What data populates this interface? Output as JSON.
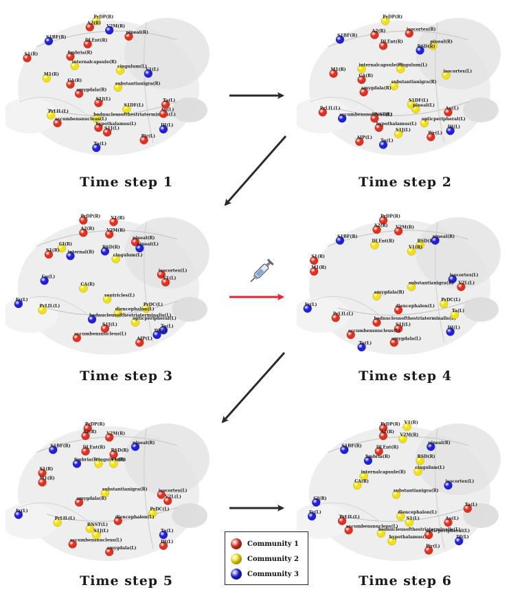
{
  "colors": {
    "community_1": "#e03020",
    "community_2": "#f2e010",
    "community_3": "#2020d8",
    "arrow_default": "#2a2a2a",
    "arrow_injection": "#e8232a"
  },
  "panels": [
    {
      "label": "Time step 1",
      "nodes": [
        {
          "label": "PrDP(R)",
          "c": 2
        },
        {
          "label": "A2(R)",
          "c": 1
        },
        {
          "label": "V2M(R)",
          "c": 3
        },
        {
          "label": "pineal(R)",
          "c": 1
        },
        {
          "label": "S1BF(R)",
          "c": 3
        },
        {
          "label": "DLEnt(R)",
          "c": 1
        },
        {
          "label": "S1(R)",
          "c": 1
        },
        {
          "label": "fimbria(R)",
          "c": 1
        },
        {
          "label": "internalcapsule(R)",
          "c": 2
        },
        {
          "label": "cingulum(L)",
          "c": 2
        },
        {
          "label": "V1(L)",
          "c": 3
        },
        {
          "label": "M1(R)",
          "c": 2
        },
        {
          "label": "CA(R)",
          "c": 1
        },
        {
          "label": "substantianigra(R)",
          "c": 2
        },
        {
          "label": "amygdala(R)",
          "c": 1
        },
        {
          "label": "S1J(L)",
          "c": 1
        },
        {
          "label": "S1DF(L)",
          "c": 2
        },
        {
          "label": "Ta(L)",
          "c": 1
        },
        {
          "label": "PrLIL(L)",
          "c": 2
        },
        {
          "label": "bednucleusofthestriaterminalis(L)",
          "c": 2
        },
        {
          "label": "accumbensnucleus(L)",
          "c": 1
        },
        {
          "label": "hypothalamus(L)",
          "c": 1
        },
        {
          "label": "S1J(L)",
          "c": 1
        },
        {
          "label": "Au(L)",
          "c": 1
        },
        {
          "label": "DI(L)",
          "c": 3
        },
        {
          "label": "Pir(L)",
          "c": 1
        },
        {
          "label": "Tu(L)",
          "c": 3
        }
      ]
    },
    {
      "label": "Time step 2",
      "nodes": [
        {
          "label": "PrDP(R)",
          "c": 2
        },
        {
          "label": "A2(R)",
          "c": 1
        },
        {
          "label": "isocortex(R)",
          "c": 1
        },
        {
          "label": "pineal(R)",
          "c": 2
        },
        {
          "label": "S1BF(R)",
          "c": 3
        },
        {
          "label": "RSD(R)",
          "c": 3
        },
        {
          "label": "DLEnt(R)",
          "c": 1
        },
        {
          "label": "internalcapsule(R)",
          "c": 2
        },
        {
          "label": "cingulum(L)",
          "c": 2
        },
        {
          "label": "isocortex(L)",
          "c": 2
        },
        {
          "label": "M1(R)",
          "c": 1
        },
        {
          "label": "CA(R)",
          "c": 1
        },
        {
          "label": "substantianigra(R)",
          "c": 2
        },
        {
          "label": "amygdala(R)",
          "c": 1
        },
        {
          "label": "S1DF(L)",
          "c": 2
        },
        {
          "label": "pineal(L)",
          "c": 2
        },
        {
          "label": "PrLIL(L)",
          "c": 1
        },
        {
          "label": "accumbensnucleus(R)",
          "c": 3
        },
        {
          "label": "BNST(L)",
          "c": 1
        },
        {
          "label": "hypothalamus(L)",
          "c": 1
        },
        {
          "label": "opticperipheral(L)",
          "c": 2
        },
        {
          "label": "S1J(L)",
          "c": 2
        },
        {
          "label": "Au(L)",
          "c": 1
        },
        {
          "label": "DI(L)",
          "c": 3
        },
        {
          "label": "Pir(L)",
          "c": 1
        },
        {
          "label": "AIP(L)",
          "c": 1
        },
        {
          "label": "Tu(L)",
          "c": 3
        }
      ]
    },
    {
      "label": "Time step 3",
      "nodes": [
        {
          "label": "PrDP(R)",
          "c": 1
        },
        {
          "label": "V1(R)",
          "c": 1
        },
        {
          "label": "A2(R)",
          "c": 1
        },
        {
          "label": "V2M(R)",
          "c": 1
        },
        {
          "label": "pineal(R)",
          "c": 1
        },
        {
          "label": "pineal(L)",
          "c": 3
        },
        {
          "label": "GI(R)",
          "c": 2
        },
        {
          "label": "RSD(R)",
          "c": 3
        },
        {
          "label": "S1(R)",
          "c": 1
        },
        {
          "label": "internal(R)",
          "c": 3
        },
        {
          "label": "cingulum(L)",
          "c": 2
        },
        {
          "label": "isocortex(L)",
          "c": 1
        },
        {
          "label": "V1(L)",
          "c": 1
        },
        {
          "label": "Cg(L)",
          "c": 3
        },
        {
          "label": "CA(R)",
          "c": 2
        },
        {
          "label": "ventricles(L)",
          "c": 2
        },
        {
          "label": "PrDC(L)",
          "c": 2
        },
        {
          "label": "Fr(L)",
          "c": 3
        },
        {
          "label": "diencephalon(L)",
          "c": 2
        },
        {
          "label": "PrLIL(L)",
          "c": 2
        },
        {
          "label": "bednucleusofthestriaterminalis(L)",
          "c": 3
        },
        {
          "label": "opticperipheral(L)",
          "c": 2
        },
        {
          "label": "S1J(L)",
          "c": 1
        },
        {
          "label": "accumbensnucleus(L)",
          "c": 1
        },
        {
          "label": "Tu(L)",
          "c": 3
        },
        {
          "label": "DI(L)",
          "c": 3
        },
        {
          "label": "AIP(L)",
          "c": 1
        }
      ]
    },
    {
      "label": "Time step 4",
      "nodes": [
        {
          "label": "PrDP(R)",
          "c": 1
        },
        {
          "label": "A2(R)",
          "c": 1
        },
        {
          "label": "V2M(R)",
          "c": 1
        },
        {
          "label": "S1BF(R)",
          "c": 3
        },
        {
          "label": "DLEnt(R)",
          "c": 2
        },
        {
          "label": "RSD(R)",
          "c": 2
        },
        {
          "label": "pineal(R)",
          "c": 3
        },
        {
          "label": "V1(R)",
          "c": 2
        },
        {
          "label": "S1(R)",
          "c": 1
        },
        {
          "label": "M1(R)",
          "c": 1
        },
        {
          "label": "isocortex(L)",
          "c": 3
        },
        {
          "label": "V2L(L)",
          "c": 1
        },
        {
          "label": "substantianigra(R)",
          "c": 2
        },
        {
          "label": "amygdala(R)",
          "c": 2
        },
        {
          "label": "PrDC(L)",
          "c": 2
        },
        {
          "label": "Fr(L)",
          "c": 3
        },
        {
          "label": "diencephalon(L)",
          "c": 1
        },
        {
          "label": "PrLIL(L)",
          "c": 1
        },
        {
          "label": "bednucleusofthestriaterminalis(L)",
          "c": 1
        },
        {
          "label": "S1J(L)",
          "c": 1
        },
        {
          "label": "accumbensnucleus(L)",
          "c": 1
        },
        {
          "label": "amygdala(L)",
          "c": 1
        },
        {
          "label": "Tu(L)",
          "c": 3
        },
        {
          "label": "DI(L)",
          "c": 3
        },
        {
          "label": "Ta(L)",
          "c": 2
        }
      ]
    },
    {
      "label": "Time step 5",
      "nodes": [
        {
          "label": "PrDP(R)",
          "c": 1
        },
        {
          "label": "A2(R)",
          "c": 1
        },
        {
          "label": "V2M(R)",
          "c": 1
        },
        {
          "label": "pineal(R)",
          "c": 3
        },
        {
          "label": "S1BF(R)",
          "c": 3
        },
        {
          "label": "DLEnt(R)",
          "c": 1
        },
        {
          "label": "RSD(R)",
          "c": 1
        },
        {
          "label": "fimbria(R)",
          "c": 3
        },
        {
          "label": "cingulum(R)",
          "c": 2
        },
        {
          "label": "V1(R)",
          "c": 2
        },
        {
          "label": "S1(R)",
          "c": 1
        },
        {
          "label": "M1(R)",
          "c": 1
        },
        {
          "label": "substantianigra(R)",
          "c": 2
        },
        {
          "label": "isocortex(L)",
          "c": 1
        },
        {
          "label": "V2L(L)",
          "c": 1
        },
        {
          "label": "amygdala(R)",
          "c": 1
        },
        {
          "label": "PrDC(L)",
          "c": 2
        },
        {
          "label": "Fr(L)",
          "c": 3
        },
        {
          "label": "PrLIL(L)",
          "c": 2
        },
        {
          "label": "diencephalon(L)",
          "c": 1
        },
        {
          "label": "BNST(L)",
          "c": 2
        },
        {
          "label": "S1J(L)",
          "c": 2
        },
        {
          "label": "accumbensnucleus(L)",
          "c": 1
        },
        {
          "label": "amygdala(L)",
          "c": 1
        },
        {
          "label": "DI(L)",
          "c": 1
        },
        {
          "label": "Tu(L)",
          "c": 3
        }
      ]
    },
    {
      "label": "Time step 6",
      "nodes": [
        {
          "label": "V1(R)",
          "c": 2
        },
        {
          "label": "PrDP(R)",
          "c": 1
        },
        {
          "label": "A2(R)",
          "c": 1
        },
        {
          "label": "V2M(R)",
          "c": 2
        },
        {
          "label": "pineal(R)",
          "c": 3
        },
        {
          "label": "S1BF(R)",
          "c": 3
        },
        {
          "label": "DLEnt(R)",
          "c": 1
        },
        {
          "label": "fimbria(R)",
          "c": 3
        },
        {
          "label": "RSD(R)",
          "c": 2
        },
        {
          "label": "cingulum(L)",
          "c": 2
        },
        {
          "label": "internalcapsule(R)",
          "c": 2
        },
        {
          "label": "CA(R)",
          "c": 2
        },
        {
          "label": "isocortex(L)",
          "c": 3
        },
        {
          "label": "substantianigra(R)",
          "c": 2
        },
        {
          "label": "GI(R)",
          "c": 3
        },
        {
          "label": "Ta(L)",
          "c": 1
        },
        {
          "label": "Fr(L)",
          "c": 3
        },
        {
          "label": "diencephalon(L)",
          "c": 2
        },
        {
          "label": "PrLIL(L)",
          "c": 1
        },
        {
          "label": "S1(L)",
          "c": 2
        },
        {
          "label": "Au(L)",
          "c": 1
        },
        {
          "label": "accumbensnucleus(L)",
          "c": 1
        },
        {
          "label": "bednucleusofthestriaterminalis(L)",
          "c": 2
        },
        {
          "label": "hypothalamus(L)",
          "c": 2
        },
        {
          "label": "opticperipheral(L)",
          "c": 1
        },
        {
          "label": "Pir(L)",
          "c": 1
        },
        {
          "label": "DI(L)",
          "c": 3
        }
      ]
    }
  ],
  "legend": {
    "items": [
      {
        "label": "Community 1",
        "color": "#e03020"
      },
      {
        "label": "Community 2",
        "color": "#f2e010"
      },
      {
        "label": "Community 3",
        "color": "#2020d8"
      }
    ]
  },
  "icons": {
    "injection": "syringe-icon"
  }
}
